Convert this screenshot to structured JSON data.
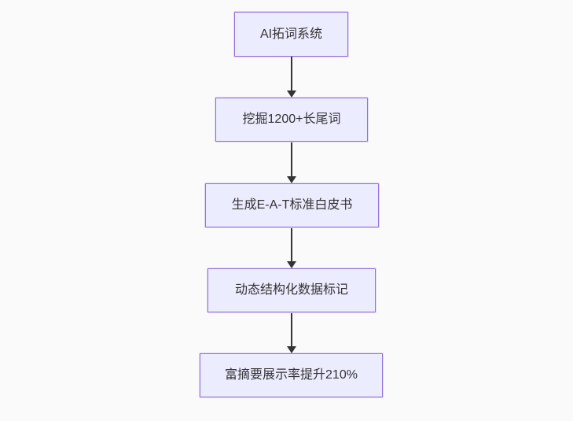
{
  "diagram": {
    "type": "flowchart",
    "direction": "top-down",
    "colors": {
      "node_fill": "#ececff",
      "node_border": "#9370db",
      "arrow": "#333333",
      "text": "#333333",
      "background": "#fafafa"
    },
    "nodes": [
      {
        "label": "AI拓词系统"
      },
      {
        "label": "挖掘1200+长尾词"
      },
      {
        "label": "生成E-A-T标准白皮书"
      },
      {
        "label": "动态结构化数据标记"
      },
      {
        "label": "富摘要展示率提升210%"
      }
    ],
    "edges": [
      {
        "from": 0,
        "to": 1
      },
      {
        "from": 1,
        "to": 2
      },
      {
        "from": 2,
        "to": 3
      },
      {
        "from": 3,
        "to": 4
      }
    ]
  }
}
